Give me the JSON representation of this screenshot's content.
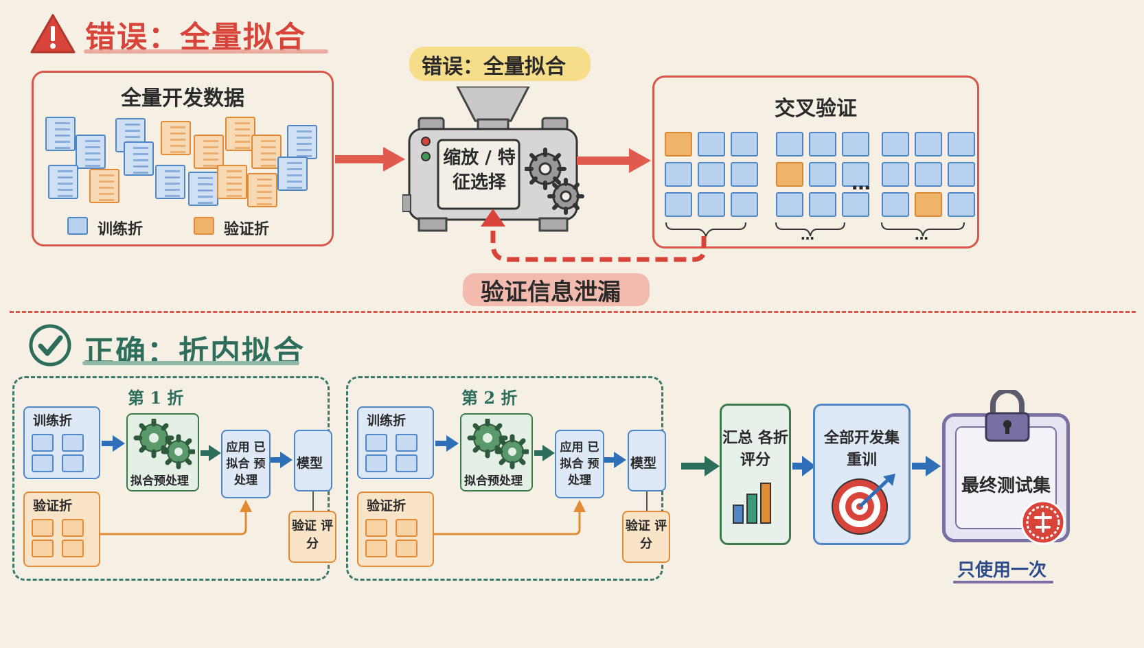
{
  "wrong": {
    "heading": "错误：全量拟合",
    "banner": "错误：全量拟合",
    "data_box_title": "全量开发数据",
    "legend_train": "训练折",
    "legend_val": "验证折",
    "machine_label": "缩放 / 特征选择",
    "cv_title": "交叉验证",
    "ellipsis": "…",
    "brace_dots": "…",
    "leak_label": "验证信息泄漏"
  },
  "right": {
    "heading": "正确：折内拟合",
    "fold1": {
      "title": "第 1 折",
      "train": "训练折",
      "val": "验证折",
      "fit": "拟合预处理",
      "apply": "应用 已拟合 预处理",
      "model": "模型",
      "score": "验证 评分"
    },
    "fold2": {
      "title": "第 2 折",
      "train": "训练折",
      "val": "验证折",
      "fit": "拟合预处理",
      "apply": "应用 已拟合 预处理",
      "model": "模型",
      "score": "验证 评分"
    },
    "aggregate": "汇总 各折评分",
    "retrain": "全部开发集 重训",
    "final_test": "最终测试集",
    "use_once": "只使用一次"
  },
  "colors": {
    "red": "#d9574a",
    "blue": "#4f86c6",
    "orange": "#e38a35",
    "green": "#3b7a6b"
  },
  "icons": [
    "warning-icon",
    "check-icon",
    "gear-icon",
    "lock-icon",
    "target-icon",
    "bar-chart-icon",
    "stamp-icon"
  ]
}
